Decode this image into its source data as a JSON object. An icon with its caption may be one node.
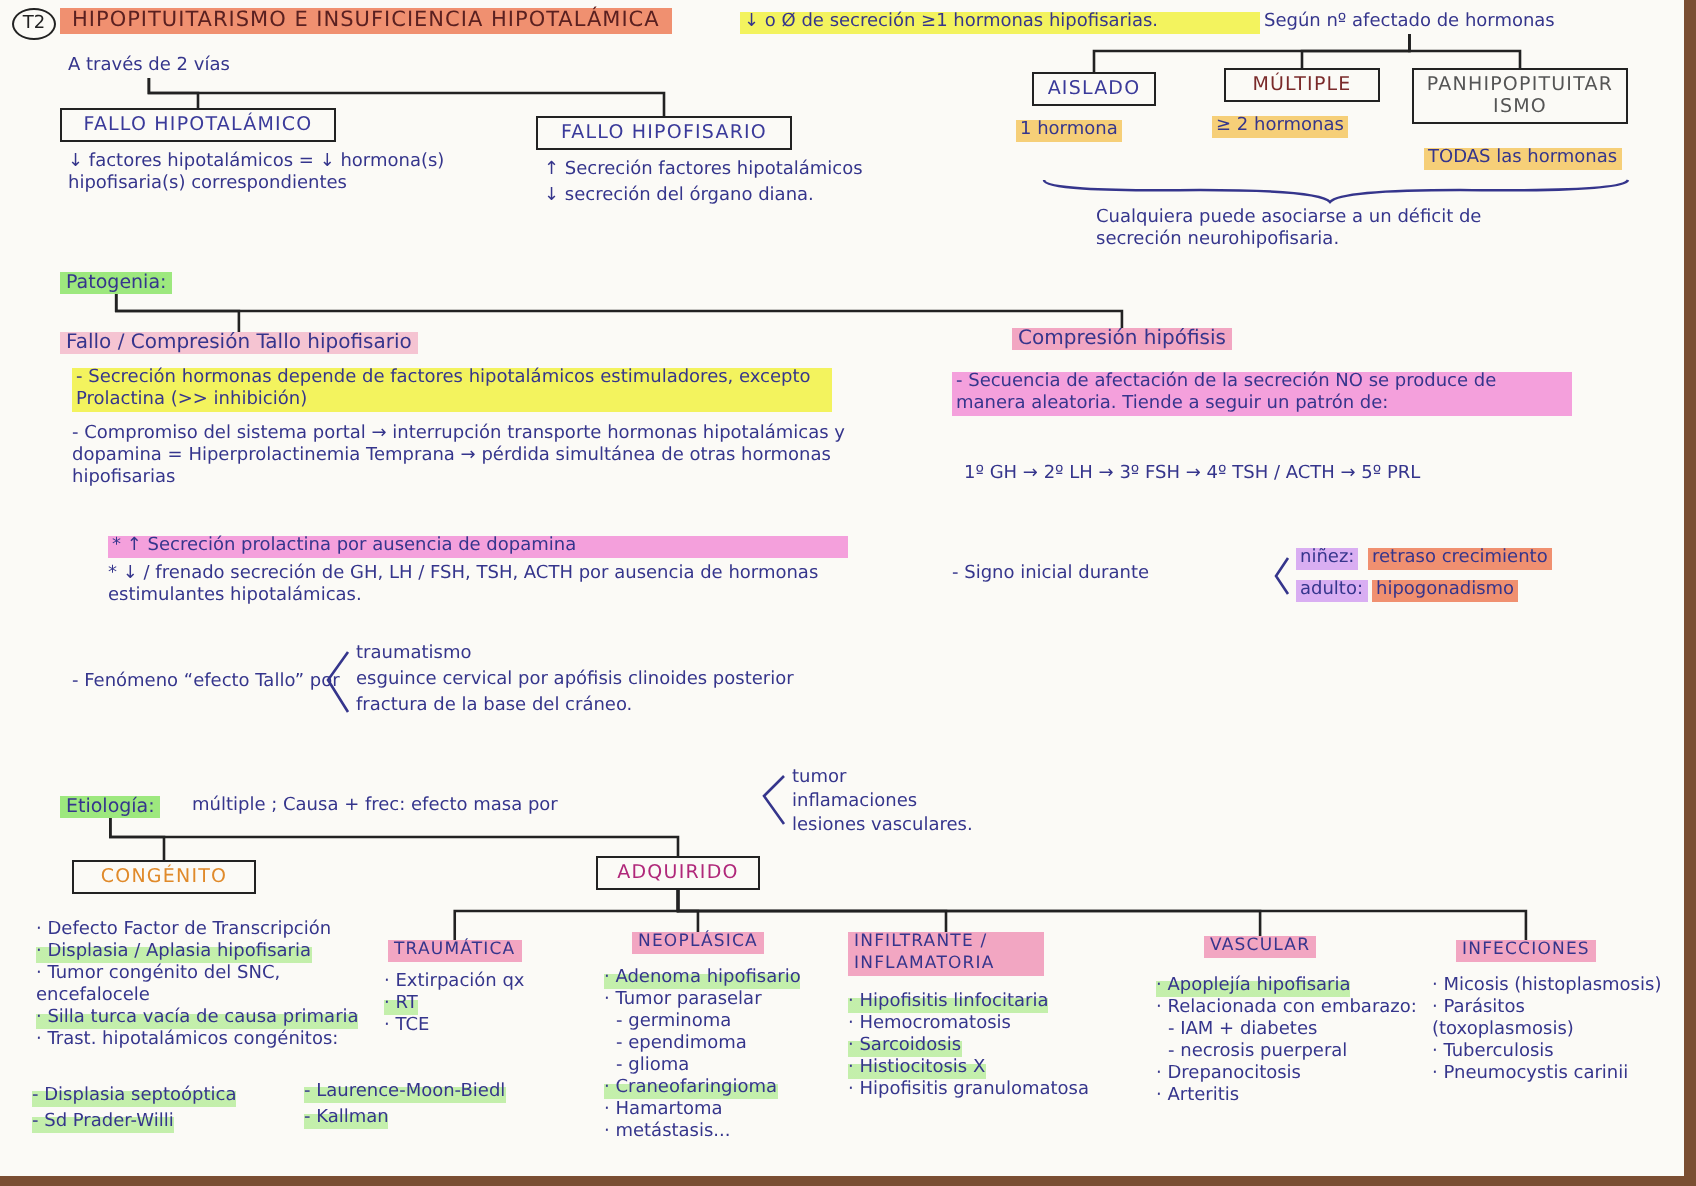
{
  "diagram": {
    "title": "HIPOPITUITARISMO E INSUFICIENCIA HIPOTALÁMICA",
    "nodes": [
      {
        "text": [
          "A través de 2 vías"
        ]
      },
      {
        "text": [
          "FALLO HIPOTALÁMICO"
        ]
      },
      {
        "text": [
          "FALLO HIPOFISARIO"
        ]
      },
      {
        "text": [
          "Según nº afectado de hormonas"
        ]
      },
      {
        "text": [
          "AISLADO"
        ]
      },
      {
        "text": [
          "MÚLTIPLE"
        ]
      },
      {
        "text": [
          "PANHIPOPITUITARISMO"
        ]
      },
      {
        "text": [
          "Patogenia:"
        ]
      },
      {
        "text": [
          "Fallo / Compresión Tallo hipofisario"
        ]
      },
      {
        "text": [
          "Compresión hipófisis"
        ]
      },
      {
        "text": [
          "Etiología:"
        ]
      },
      {
        "text": [
          "CONGÉNITO"
        ]
      },
      {
        "text": [
          "ADQUIRIDO"
        ]
      },
      {
        "text": [
          "TRAUMÁTICA"
        ]
      },
      {
        "text": [
          "NEOPLÁSICA"
        ]
      },
      {
        "text": [
          "INFILTRANTE / INFLAMATORIA"
        ]
      },
      {
        "text": [
          "VASCULAR"
        ]
      },
      {
        "text": [
          "INFECCIONES"
        ]
      }
    ],
    "edges": [
      {
        "from": 0,
        "to": 1,
        "arrow": "none"
      },
      {
        "from": 0,
        "to": 2,
        "arrow": "none"
      },
      {
        "from": 3,
        "to": 4,
        "arrow": "none"
      },
      {
        "from": 3,
        "to": 5,
        "arrow": "none"
      },
      {
        "from": 3,
        "to": 6,
        "arrow": "none"
      },
      {
        "from": 7,
        "to": 8,
        "arrow": "none"
      },
      {
        "from": 7,
        "to": 9,
        "arrow": "none"
      },
      {
        "from": 10,
        "to": 11,
        "arrow": "none"
      },
      {
        "from": 10,
        "to": 12,
        "arrow": "none"
      },
      {
        "from": 12,
        "to": 13,
        "arrow": "none"
      },
      {
        "from": 12,
        "to": 14,
        "arrow": "none"
      },
      {
        "from": 12,
        "to": 15,
        "arrow": "none"
      },
      {
        "from": 12,
        "to": 16,
        "arrow": "none"
      },
      {
        "from": 12,
        "to": 17,
        "arrow": "none"
      }
    ],
    "labels": [
      "T2",
      "↓ o Ø de secreción ≥1 hormonas hipofisarias.",
      "↓ factores hipotalámicos = ↓ hormona(s) hipofisaria(s) correspondientes",
      "↑ Secreción factores hipotalámicos",
      "↓ secreción del órgano diana.",
      "1 hormona",
      "≥ 2 hormonas",
      "TODAS las hormonas",
      "Cualquiera puede asociarse a un déficit de secreción neurohipofisaria.",
      "- Secreción hormonas depende de factores hipotalámicos estimuladores, excepto Prolactina (>> inhibición)",
      "- Compromiso del sistema portal → interrupción transporte hormonas hipotalámicas y dopamina = Hiperprolactinemia Temprana → pérdida simultánea de otras hormonas hipofisarias",
      "* ↑ Secreción prolactina por ausencia de dopamina",
      "* ↓ / frenado secreción de GH, LH / FSH, TSH, ACTH por ausencia de hormonas estimulantes hipotalámicas.",
      "- Fenómeno “efecto Tallo” por",
      "traumatismo",
      "esguince cervical por apófisis clinoides posterior",
      "fractura de la base del cráneo.",
      "- Secuencia de afectación de la secreción NO se produce de manera aleatoria. Tiende a seguir un patrón de:",
      "1º GH → 2º LH → 3º FSH → 4º TSH / ACTH → 5º PRL",
      "- Signo inicial durante",
      "niñez:",
      "retraso crecimiento",
      "adulto:",
      "hipogonadismo",
      "múltiple ; Causa + frec: efecto masa por",
      "tumor",
      "inflamaciones",
      "lesiones vasculares.",
      "· Defecto Factor de Transcripción",
      "· Displasia / Aplasia hipofisaria",
      "· Tumor congénito del SNC, encefalocele",
      "· Silla turca vacía de causa primaria",
      "· Trast. hipotalámicos congénitos:",
      "- Displasia septoóptica",
      "- Laurence-Moon-Biedl",
      "- Sd Prader-Willi",
      "- Kallman",
      "· Extirpación qx",
      "· RT",
      "· TCE",
      "· Adenoma hipofisario",
      "· Tumor paraselar",
      "- germinoma",
      "- ependimoma",
      "- glioma",
      "· Craneofaringioma",
      "· Hamartoma",
      "· metástasis...",
      "· Hipofisitis linfocitaria",
      "· Hemocromatosis",
      "· Sarcoidosis",
      "· Histiocitosis X",
      "· Hipofisitis granulomatosa",
      "· Apoplejía hipofisaria",
      "· Relacionada con embarazo:",
      "- IAM + diabetes",
      "- necrosis puerperal",
      "· Drepanocitosis",
      "· Arteritis",
      "· Micosis (histoplasmosis)",
      "· Parásitos (toxoplasmosis)",
      "· Tuberculosis",
      "· Pneumocystis carinii"
    ]
  }
}
